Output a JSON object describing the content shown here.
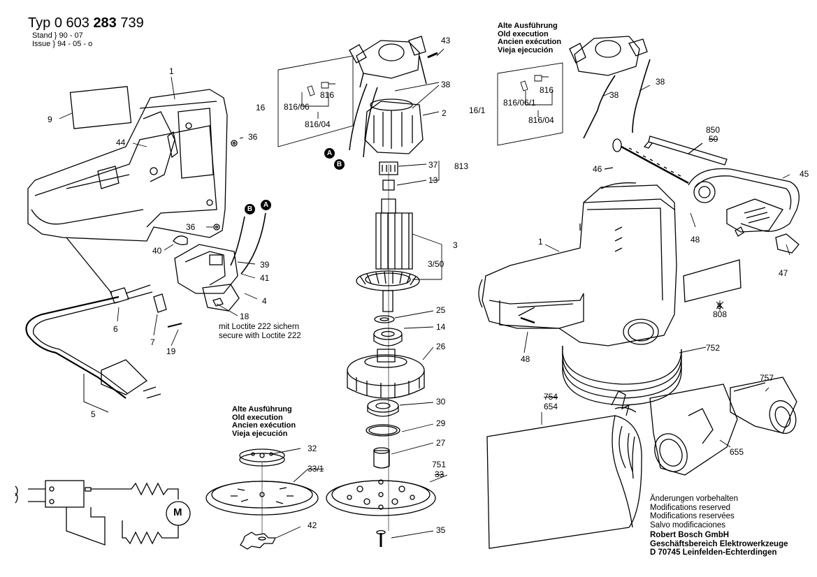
{
  "header": {
    "typ_label": "Typ",
    "part_prefix": "0 603",
    "part_bold": "283",
    "part_suffix": "739",
    "stand_label": "Stand",
    "stand_value": "90 - 07",
    "issue_label": "Issue",
    "issue_value": "94 - 05 - o"
  },
  "old_version_labels": [
    "Alte Ausführung",
    "Old execution",
    "Ancien exécution",
    "Vieja ejecución"
  ],
  "loctite_note": [
    "mit Loctite 222 sichern",
    "secure with Loctite 222"
  ],
  "footer": {
    "modifications": [
      "Änderungen vorbehalten",
      "Modifications reserved",
      "Modifications reservées",
      "Salvo modificaciones"
    ],
    "company": [
      "Robert Bosch GmbH",
      "Geschäftsbereich Elektrowerkzeuge",
      "D 70745 Leinfelden-Echterdingen"
    ]
  },
  "connectors": {
    "a": "A",
    "b": "B"
  },
  "motor_symbol": "M",
  "callouts": {
    "c1": "1",
    "c9": "9",
    "c44": "44",
    "c36a": "36",
    "c36b": "36",
    "c40": "40",
    "c39": "39",
    "c41": "41",
    "c4": "4",
    "c18": "18",
    "c6": "6",
    "c7": "7",
    "c19": "19",
    "c5": "5",
    "c43": "43",
    "c38": "38",
    "c16": "16",
    "c816a": "816",
    "c816_06": "816/06",
    "c816_04": "816/04",
    "c2": "2",
    "c37": "37",
    "c813": "813",
    "c13": "13",
    "c3": "3",
    "c3_50": "3/50",
    "c25": "25",
    "c14": "14",
    "c26": "26",
    "c30": "30",
    "c29": "29",
    "c27": "27",
    "c751": "751",
    "c33": "33",
    "c35": "35",
    "c32": "32",
    "c33_1": "33/1",
    "c42": "42",
    "c16_1": "16/1",
    "c816b": "816",
    "c816_06_1": "816/06/1",
    "c816_04b": "816/04",
    "c38b": "38",
    "c38c": "38",
    "c850": "850",
    "c50": "50",
    "c46": "46",
    "c45": "45",
    "c48a": "48",
    "c1b": "1",
    "c47": "47",
    "c8": "8",
    "c808": "808",
    "c48b": "48",
    "c752": "752",
    "c757": "757",
    "c754": "754",
    "c654": "654",
    "c655": "655"
  }
}
